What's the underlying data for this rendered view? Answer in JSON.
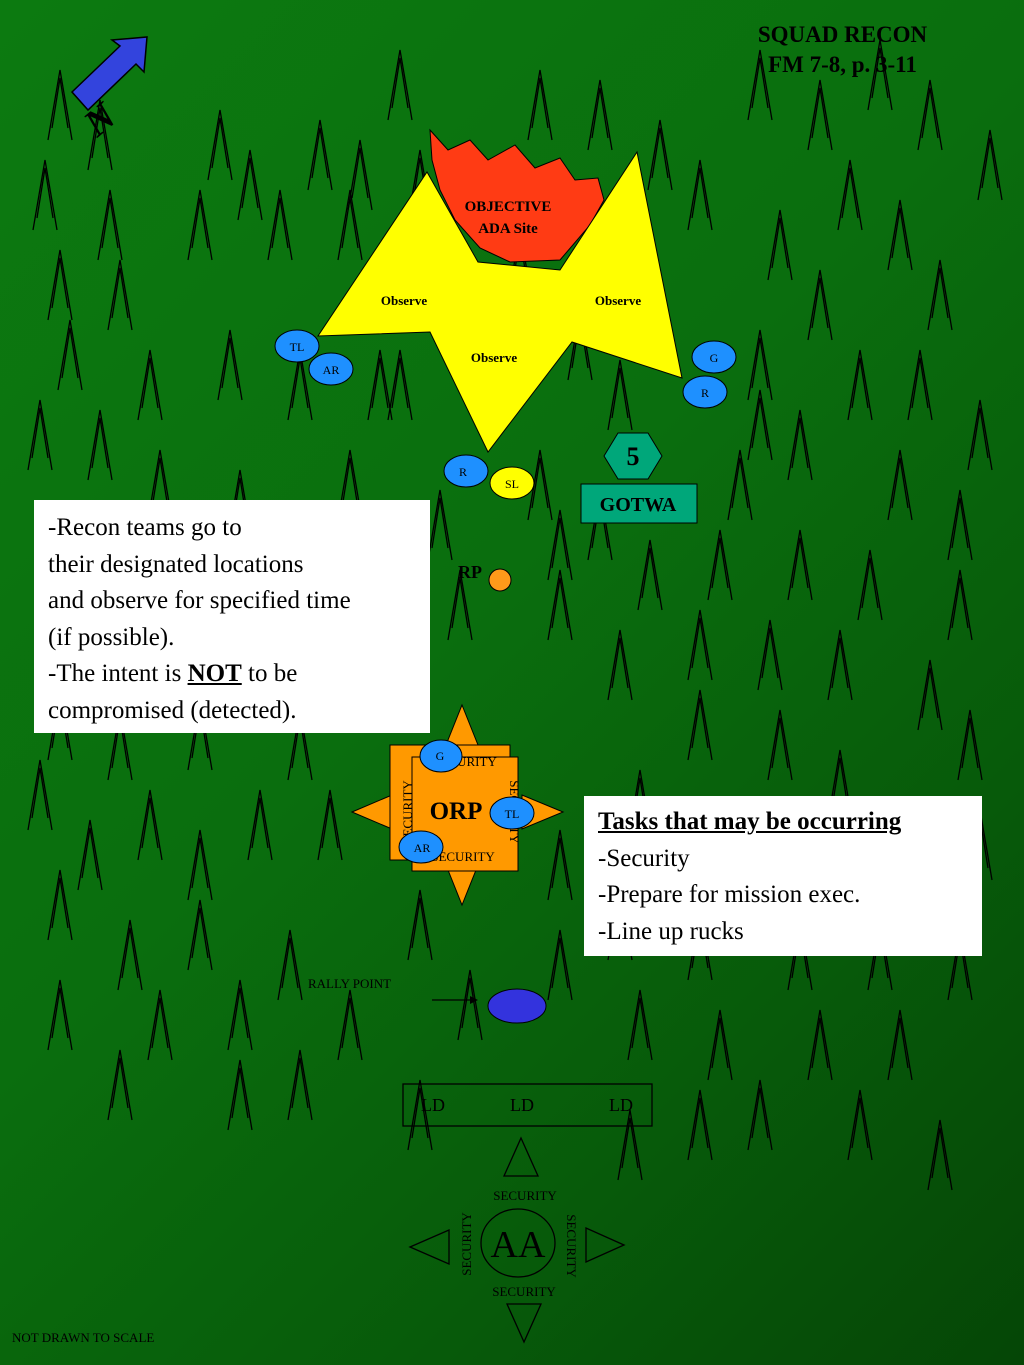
{
  "title": {
    "line1": "SQUAD RECON",
    "line2": "FM 7-8, p. 3-11"
  },
  "north_label": "N",
  "objective": {
    "line1": "OBJECTIVE",
    "line2": "ADA Site"
  },
  "observe_labels": [
    "Observe",
    "Observe",
    "Observe"
  ],
  "team_markers": [
    "TL",
    "AR",
    "G",
    "R",
    "R",
    "SL"
  ],
  "phase": {
    "number": "5",
    "label": "GOTWA"
  },
  "rp_label": "RP",
  "recon_text": {
    "line1": "-Recon teams go to",
    "line2": "their designated locations",
    "line3": "and observe for specified time",
    "line4": "(if possible).",
    "line5_pre": "-The intent is ",
    "line5_emph": "NOT",
    "line5_post": " to be",
    "line6": "compromised (detected)."
  },
  "orp": {
    "label": "ORP",
    "security_top": "SECURITY",
    "security_bottom": "SECURITY",
    "security_left": "SECURITY",
    "security_right": "SECURITY",
    "markers": [
      "G",
      "TL",
      "AR"
    ]
  },
  "tasks": {
    "heading": "Tasks that may be occurring",
    "items": [
      "-Security",
      "-Prepare for mission exec.",
      "-Line up rucks"
    ]
  },
  "rally_point_label": "RALLY POINT",
  "ld_labels": [
    "LD",
    "LD",
    "LD"
  ],
  "aa": {
    "label": "AA",
    "security_top": "SECURITY",
    "security_bottom": "SECURITY",
    "security_left": "SECURITY",
    "security_right": "SECURITY"
  },
  "footer_note": "NOT DRAWN TO SCALE",
  "colors": {
    "background": "#0a6e0e",
    "objective_fill": "#ff3b14",
    "observe_fill": "#ffff00",
    "marker_fill": "#1e90ff",
    "sl_fill": "#ffff00",
    "gotwa_fill": "#00a77a",
    "orp_fill": "#ff9900",
    "rp_fill": "#ff9a1a",
    "rally_fill": "#3333dd",
    "north_arrow": "#3344dd"
  }
}
